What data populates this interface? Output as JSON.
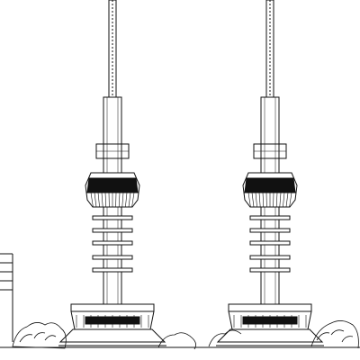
{
  "drawing": {
    "subject": "",
    "towers": [
      {
        "id": "left",
        "decks": 5,
        "pod": true,
        "base": true
      },
      {
        "id": "right",
        "decks": 5,
        "pod": true,
        "base": true
      }
    ],
    "colors": {
      "ink": "#111111",
      "paper": "#ffffff"
    }
  }
}
